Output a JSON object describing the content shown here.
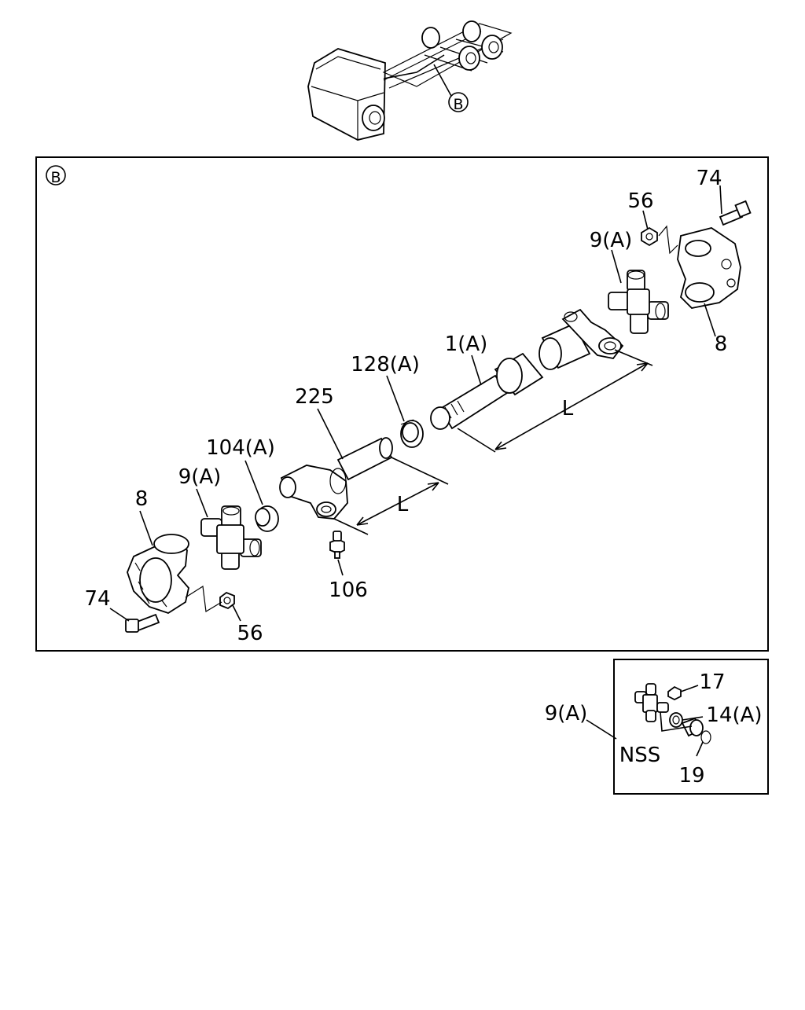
{
  "overview": {
    "callout": "B"
  },
  "main_box": {
    "tag": "B",
    "labels": {
      "p74_top": "74",
      "p56_top": "56",
      "p9a_top": "9(A)",
      "p8_right": "8",
      "p1a": "1(A)",
      "p128a": "128(A)",
      "p225": "225",
      "p104a": "104(A)",
      "p9a_left": "9(A)",
      "p8_left": "8",
      "p74_bottom": "74",
      "p56_bottom": "56",
      "p106": "106",
      "dim_l_upper": "L",
      "dim_l_lower": "L"
    }
  },
  "detail_box": {
    "labels": {
      "p9a": "9(A)",
      "nss": "NSS",
      "p17": "17",
      "p14a": "14(A)",
      "p19": "19"
    }
  }
}
